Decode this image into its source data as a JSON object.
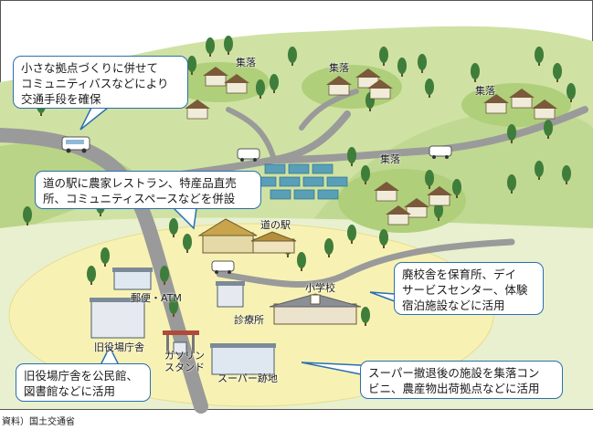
{
  "labels": {
    "settlement": "集落",
    "michi_no_eki": "道の駅",
    "post_atm": "郵便・ATM",
    "clinic": "診療所",
    "elementary_school": "小学校",
    "old_town_hall": "旧役場庁舎",
    "gas_station": "ガソリン\nスタンド",
    "supermarket_site": "スーパー跡地"
  },
  "callouts": {
    "bus": "小さな拠点づくりに併せて\nコミュニティバスなどにより\n交通手段を確保",
    "michi_no_eki": "道の駅に農家レストラン、特産品直売\n所、コミュニティスペースなどを併設",
    "school": "廃校舎を保育所、デイ\nサービスセンター、体験\n宿泊施設などに活用",
    "town_hall": "旧役場庁舎を公民館、\n図書館などに活用",
    "supermarket": "スーパー撤退後の施設を集落コン\nビニ、農産物出荷拠点などに活用"
  },
  "source": "資料）国土交通省",
  "colors": {
    "hill_light": "#cfe2a3",
    "hill_dark": "#b9d486",
    "hub_area": "#f7f2b4",
    "road": "#9a9a9a",
    "callout_border": "#2a6fb0",
    "tree": "#3f7d3a",
    "roof": "#7a5a3a",
    "solar": "#5a9fb8"
  }
}
